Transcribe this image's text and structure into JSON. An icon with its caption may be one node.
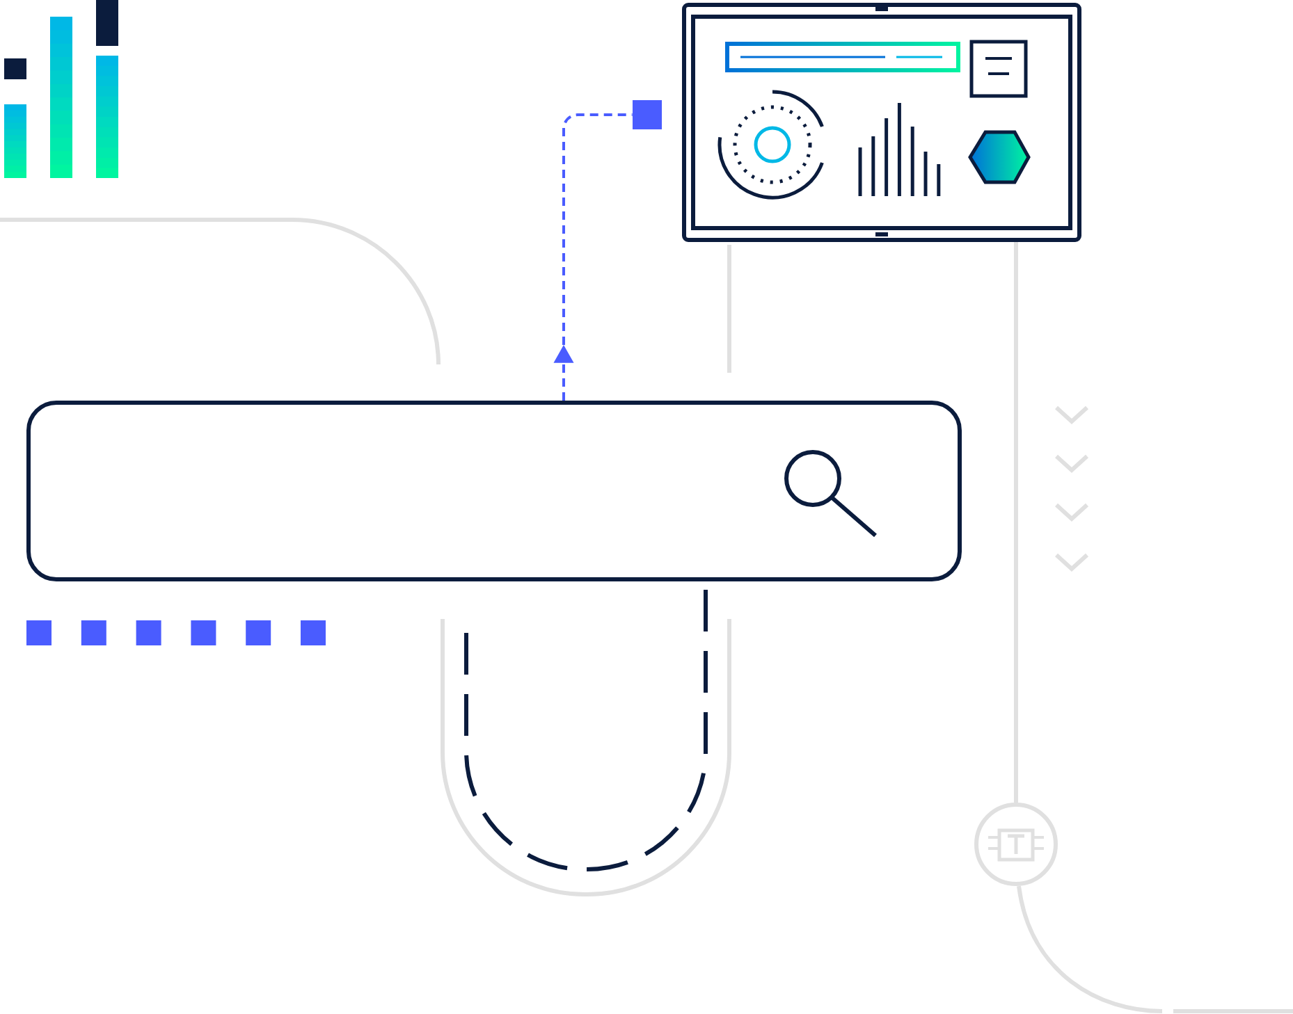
{
  "diagram": {
    "nodes": [
      {
        "text": [],
        "shape": "box"
      },
      {
        "text": [],
        "shape": "box"
      },
      {
        "text": [],
        "shape": "picture"
      },
      {
        "text": [],
        "shape": "circle"
      }
    ],
    "edges": [
      {
        "from": 0,
        "to": 1,
        "arrow": "to",
        "style": "dashed",
        "color": "#4a5cff"
      },
      {
        "from": 2,
        "to": 3,
        "arrow": "none",
        "color": "#e0e0e0"
      }
    ]
  }
}
